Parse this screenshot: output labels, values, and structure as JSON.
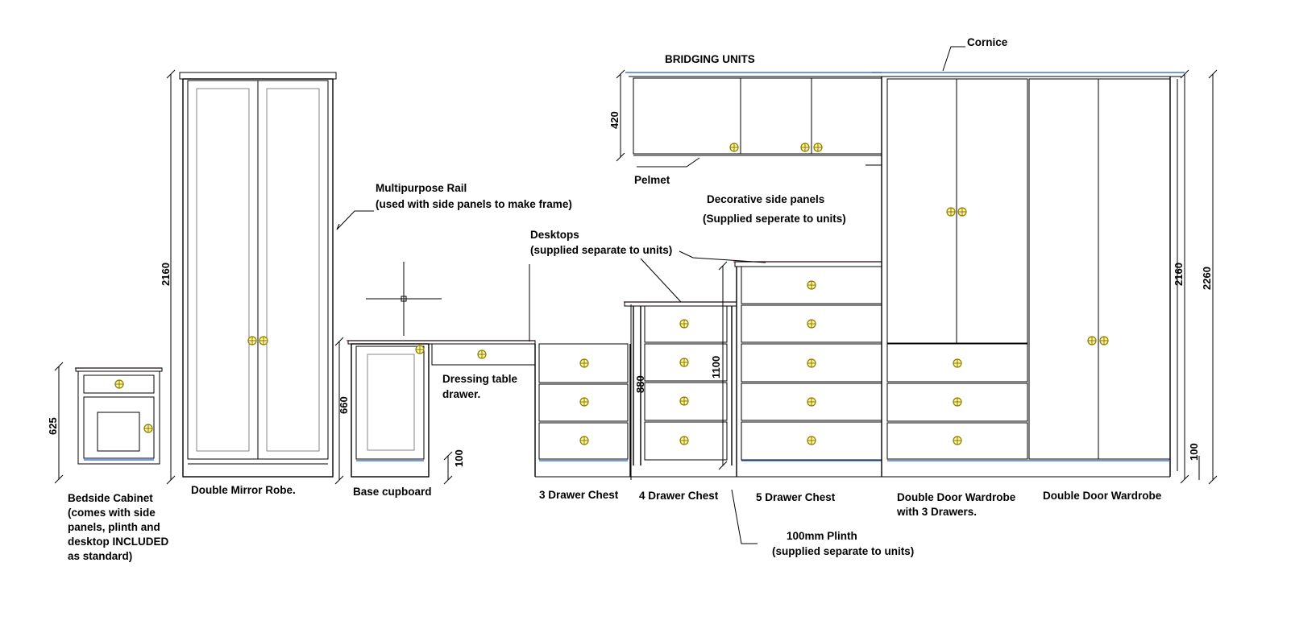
{
  "labels": {
    "bridging_units": "BRIDGING UNITS",
    "cornice": "Cornice",
    "pelmet": "Pelmet",
    "decorative_1": "Decorative side panels",
    "decorative_2": "(Supplied seperate to units)",
    "rail_1": "Multipurpose Rail",
    "rail_2": "(used with side panels to make frame)",
    "desktops_1": "Desktops",
    "desktops_2": "(supplied separate to units)",
    "dressing_1": "Dressing table",
    "dressing_2": "drawer.",
    "plinth_1": "100mm Plinth",
    "plinth_2": "(supplied separate to units)"
  },
  "units": {
    "bedside_1": "Bedside Cabinet",
    "bedside_2": "(comes with side",
    "bedside_3": "panels, plinth and",
    "bedside_4": "desktop INCLUDED",
    "bedside_5": "as standard)",
    "mirror_robe": "Double Mirror Robe.",
    "base_cupboard": "Base cupboard",
    "chest3": "3 Drawer Chest",
    "chest4": "4 Drawer Chest",
    "chest5": "5 Drawer Chest",
    "wardrobe_drawers_1": "Double Door Wardrobe",
    "wardrobe_drawers_2": "with 3 Drawers.",
    "wardrobe": "Double Door Wardrobe"
  },
  "dimensions": {
    "bedside": "625",
    "robe": "2160",
    "base": "660",
    "plinth_left": "100",
    "chest4": "880",
    "chest5": "1100",
    "bridging": "420",
    "wardrobe_h": "2160",
    "total_h": "2260",
    "plinth_right": "100"
  },
  "colors": {
    "outline": "#000000",
    "plinth_line": "#1c5cd6",
    "desktop_line": "#cc2a78",
    "knob_fill": "#fff5a0"
  }
}
